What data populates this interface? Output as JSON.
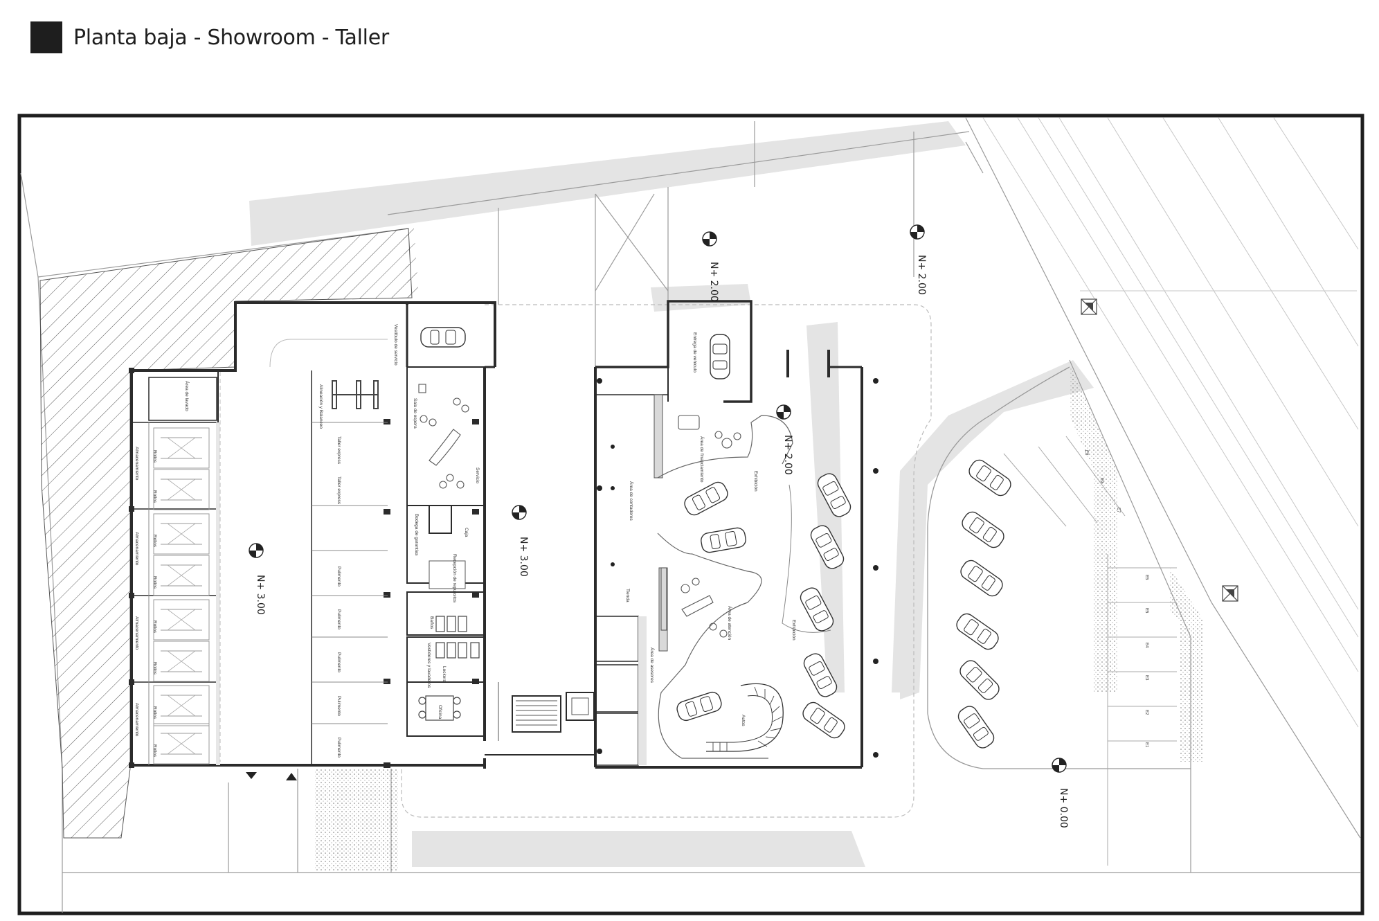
{
  "title": "Planta baja - Showroom - Taller",
  "levels": {
    "workshop": "N+ 3.00",
    "courtyard": "N+ 3.00",
    "top_left": "N+ 2.00",
    "top_right": "N+ 2.00",
    "showroom": "N+ 2.00",
    "parking": "N+ 0.00"
  },
  "rooms": {
    "lavado": "Área de lavado",
    "alineacion": "Alineación y Balanceo",
    "taller1": "Taller express",
    "taller2": "Taller express",
    "pulimento1": "Pulimento",
    "pulimento2": "Pulimento",
    "pulimento3": "Pulimento",
    "pulimento4": "Pulimento",
    "pulimento5": "Pulimento",
    "almac1": "Almacenamiento",
    "almac2": "Almacenamiento",
    "almac3": "Almacenamiento",
    "almac4": "Almacenamiento",
    "rollos": [
      "Rollos",
      "Rollos",
      "Rollos",
      "Rollos",
      "Rollos",
      "Rollos",
      "Rollos",
      "Rollos"
    ],
    "sala": "Sala de espera",
    "servicio": "Servicio",
    "vestibulo": "Vestíbulo de servicio",
    "bodega": "Bodega de garantías",
    "caja": "Caja",
    "recepcion": "Recepción de repuestos",
    "banos": "Baños",
    "vestidores": "Vestidores y lavaderos",
    "lockers": "Lockers",
    "oficina": "Oficina",
    "entrega": "Entrega de vehículo",
    "financiamiento": "Área de financiamiento",
    "contadores": "Área de contadores",
    "tienda": "Tienda",
    "atencion": "Área de atención",
    "asesores": "Área de asesores",
    "exhibicion1": "Exhibición",
    "exhibicion2": "Exhibición",
    "autos": "Autos"
  },
  "parking_labels": [
    "E8",
    "E9",
    "E7",
    "E5",
    "E5",
    "E4",
    "E3",
    "E2",
    "E1"
  ],
  "colors": {
    "wall": "#2b2b2b",
    "hatch": "#555555",
    "shade": "#e3e3e3",
    "line": "#b5b5b5",
    "frame": "#1e1e1e"
  }
}
